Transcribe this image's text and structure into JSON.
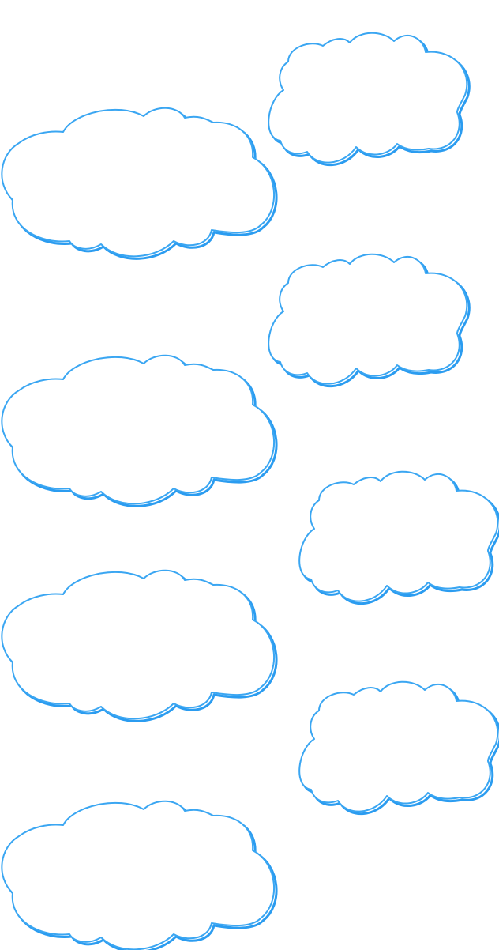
{
  "page": {
    "background_color": "#ffffff",
    "outline_color": "#3aa6f2",
    "shadow_color": "#2b9cf0"
  },
  "clouds": [
    {
      "kind": "large-cloud",
      "column": "left",
      "order": 1
    },
    {
      "kind": "small-cloud",
      "column": "right",
      "order": 1
    },
    {
      "kind": "small-cloud",
      "column": "right",
      "order": 2
    },
    {
      "kind": "large-cloud",
      "column": "left",
      "order": 2
    },
    {
      "kind": "small-cloud",
      "column": "right",
      "order": 3
    },
    {
      "kind": "large-cloud",
      "column": "left",
      "order": 3
    },
    {
      "kind": "small-cloud",
      "column": "right",
      "order": 4
    },
    {
      "kind": "large-cloud",
      "column": "left",
      "order": 4
    }
  ]
}
